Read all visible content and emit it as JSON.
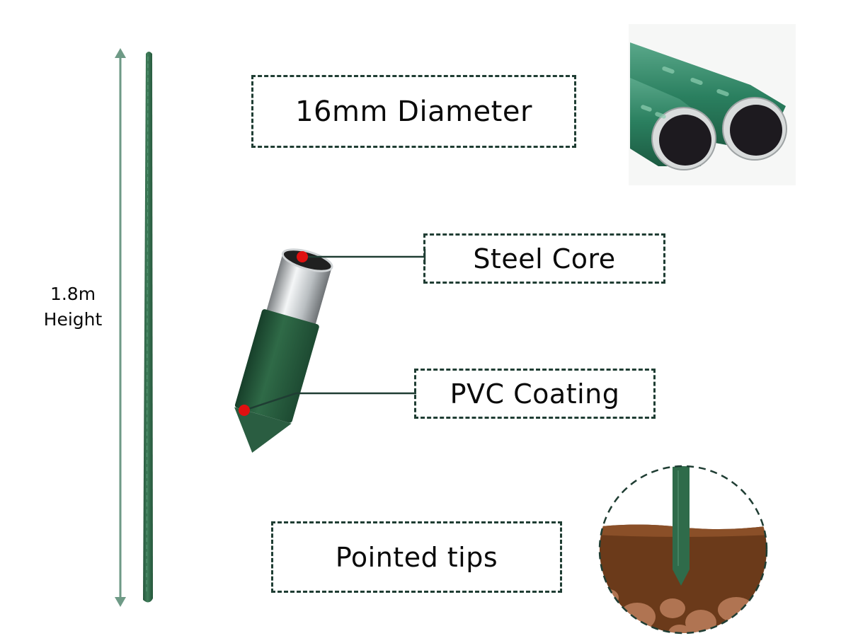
{
  "dimension": {
    "height_value": "1.8m",
    "height_word": "Height"
  },
  "labels": {
    "diameter": "16mm Diameter",
    "steel_core": "Steel Core",
    "pvc_coating": "PVC Coating",
    "pointed_tips": "Pointed tips"
  },
  "colors": {
    "stake_green": "#2f6b4a",
    "arrow_green": "#6e9a86",
    "dashed_border": "#1f3d33",
    "marker_red": "#e01010",
    "soil_brown": "#6b3a1a"
  }
}
